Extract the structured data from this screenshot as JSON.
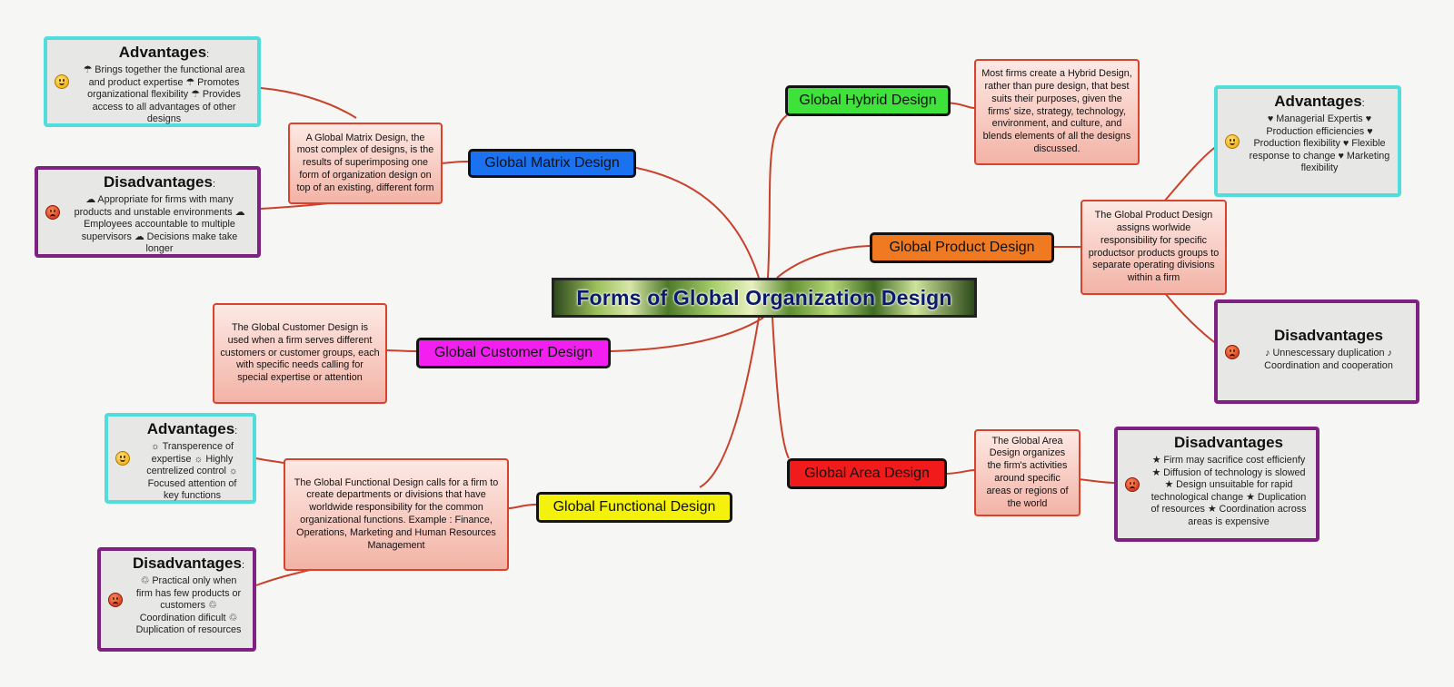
{
  "central": {
    "title": "Forms of Global Organization Design"
  },
  "colors": {
    "connector": "#c9412b",
    "matrix": "#1a72f0",
    "hybrid": "#3ee23a",
    "product": "#f07a22",
    "customer": "#f21ff0",
    "area": "#f21b1b",
    "functional": "#f4f20c",
    "advantages_border": "#52dddd",
    "disadvantages_border": "#7f2180"
  },
  "branches": {
    "matrix": {
      "label": "Global Matrix Design"
    },
    "hybrid": {
      "label": "Global Hybrid Design"
    },
    "product": {
      "label": "Global Product Design"
    },
    "customer": {
      "label": "Global Customer Design"
    },
    "area": {
      "label": "Global Area Design"
    },
    "functional": {
      "label": "Global Functional Design"
    }
  },
  "descriptions": {
    "matrix": "A Global Matrix Design, the most complex of designs, is the results of superimposing one form of organization design on top of an existing, different form",
    "hybrid": "Most firms create a Hybrid Design, rather than pure design, that best suits their purposes, given the firms' size, strategy, technology, environment, and culture, and blends elements of all the designs discussed.",
    "product": "The Global Product Design assigns worlwide responsibility for specific productsor products groups to separate operating divisions within a firm",
    "customer": "The Global Customer Design is used when a firm serves different customers or customer groups, each with specific needs calling for special expertise or attention",
    "area": "The Global Area Design organizes the firm's activities around specific areas or regions of the world",
    "functional": "The Global Functional Design calls for a firm to create departments or divisions that have worldwide responsibility for the common organizational functions. Example : Finance, Operations, Marketing and Human Resources Management"
  },
  "cards": {
    "matrix_adv": {
      "title": "Advantages",
      "colon": ":",
      "icon": "happy-face-icon",
      "body": "☂ Brings together the functional area and product expertise  ☂ Promotes organizational flexibility  ☂ Provides access to all advantages of other designs"
    },
    "matrix_dis": {
      "title": "Disadvantages",
      "colon": ":",
      "icon": "angry-face-icon",
      "body": "☁ Appropriate for firms with many products and unstable environments ☁ Employees accountable to multiple supervisors ☁ Decisions make take longer"
    },
    "product_adv": {
      "title": "Advantages",
      "colon": ":",
      "icon": "happy-face-icon",
      "body": "♥ Managerial Expertis  ♥ Production efficiencies  ♥ Production flexibility ♥ Flexible response to change ♥ Marketing flexibility"
    },
    "product_dis": {
      "title": "Disadvantages",
      "colon": "",
      "icon": "angry-face-icon",
      "body": "♪ Unnescessary duplication ♪ Coordination and cooperation"
    },
    "area_dis": {
      "title": "Disadvantages",
      "colon": "",
      "icon": "angry-face-icon",
      "body": "★ Firm may sacrifice cost efficienfy ★ Diffusion of technology is slowed ★ Design unsuitable for rapid technological change  ★ Duplication of resources  ★ Coordination across areas is expensive"
    },
    "functional_adv": {
      "title": "Advantages",
      "colon": ":",
      "icon": "happy-face-icon",
      "body": "☼ Transperence of expertise ☼ Highly centrelized control ☼ Focused attention of key functions"
    },
    "functional_dis": {
      "title": "Disadvantages",
      "colon": ":",
      "icon": "angry-face-icon",
      "body": "♲ Practical only when firm has few products or customers ♲ Coordination dificult ♲ Duplication of resources"
    }
  }
}
